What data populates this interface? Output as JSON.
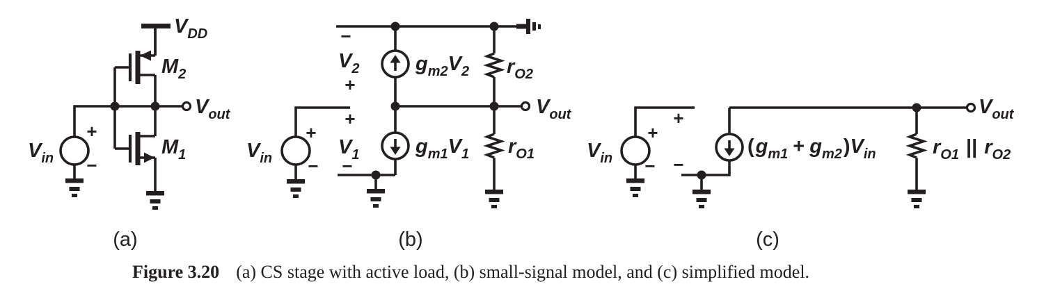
{
  "colors": {
    "ink": "#231f20",
    "bg": "#ffffff"
  },
  "caption": {
    "label": "Figure 3.20",
    "text": "(a) CS stage with active load, (b) small-signal model, and (c) simplified model."
  },
  "symbols": {
    "plus": "+",
    "minus": "−",
    "parallel": "||"
  },
  "panel_a": {
    "tag": "(a)",
    "labels": {
      "vdd": {
        "main": "V",
        "sub": "DD"
      },
      "m2": {
        "main": "M",
        "sub": "2"
      },
      "m1": {
        "main": "M",
        "sub": "1"
      },
      "vin": {
        "main": "V",
        "sub": "in"
      },
      "vout": {
        "main": "V",
        "sub": "out"
      }
    }
  },
  "panel_b": {
    "tag": "(b)",
    "labels": {
      "vin": {
        "main": "V",
        "sub": "in"
      },
      "vout": {
        "main": "V",
        "sub": "out"
      },
      "v2": {
        "main": "V",
        "sub": "2"
      },
      "v1": {
        "main": "V",
        "sub": "1"
      },
      "gm2v2": {
        "g": "g",
        "gsub": "m2",
        "v": "V",
        "vsub": "2"
      },
      "gm1v1": {
        "g": "g",
        "gsub": "m1",
        "v": "V",
        "vsub": "1"
      },
      "ro2": {
        "main": "r",
        "sub": "O2"
      },
      "ro1": {
        "main": "r",
        "sub": "O1"
      }
    }
  },
  "panel_c": {
    "tag": "(c)",
    "labels": {
      "vin": {
        "main": "V",
        "sub": "in"
      },
      "vout": {
        "main": "V",
        "sub": "out"
      },
      "source": {
        "open": "(",
        "g1": "g",
        "g1sub": "m1",
        "plus": "+",
        "g2": "g",
        "g2sub": "m2",
        "close": ")",
        "v": "V",
        "vsub": "in"
      },
      "res": {
        "r1": "r",
        "r1sub": "O1",
        "par": "||",
        "r2": "r",
        "r2sub": "O2"
      }
    }
  }
}
